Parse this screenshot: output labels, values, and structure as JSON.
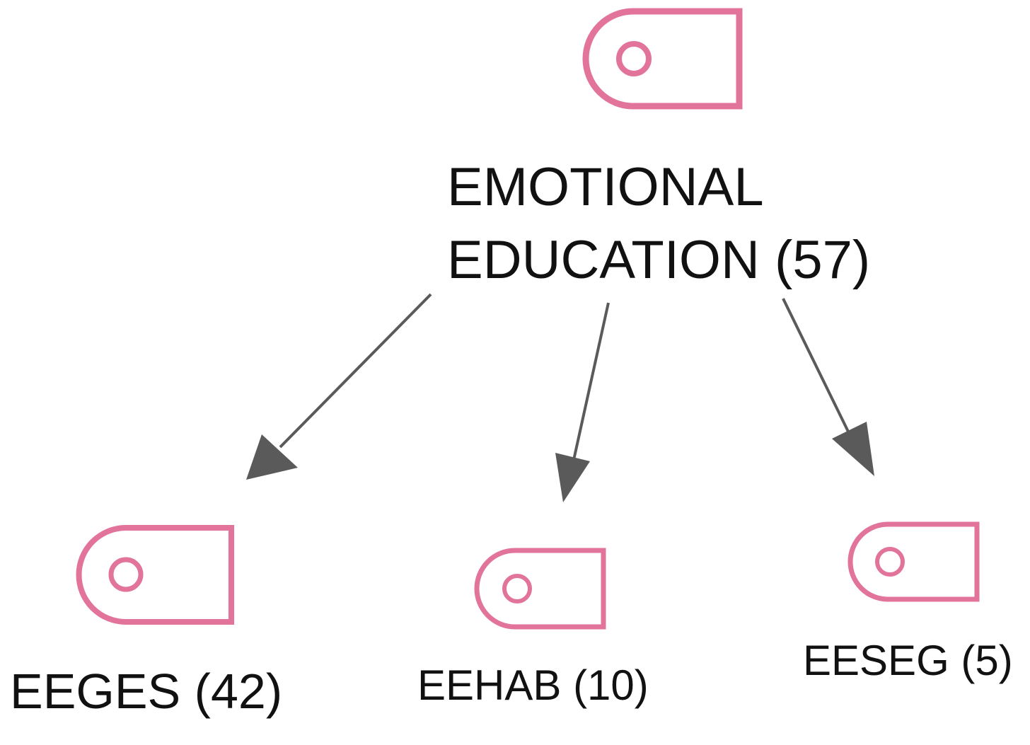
{
  "diagram": {
    "colors": {
      "node_icon": "#e2739a",
      "edge": "#5a5a5a",
      "text": "#111111"
    },
    "icon": "tag-icon",
    "root": {
      "label_line1": "EMOTIONAL",
      "label_line2": "EDUCATION (57)"
    },
    "children": [
      {
        "label": "EEGES (42)"
      },
      {
        "label": "EEHAB (10)"
      },
      {
        "label": "EESEG (5)"
      }
    ]
  }
}
